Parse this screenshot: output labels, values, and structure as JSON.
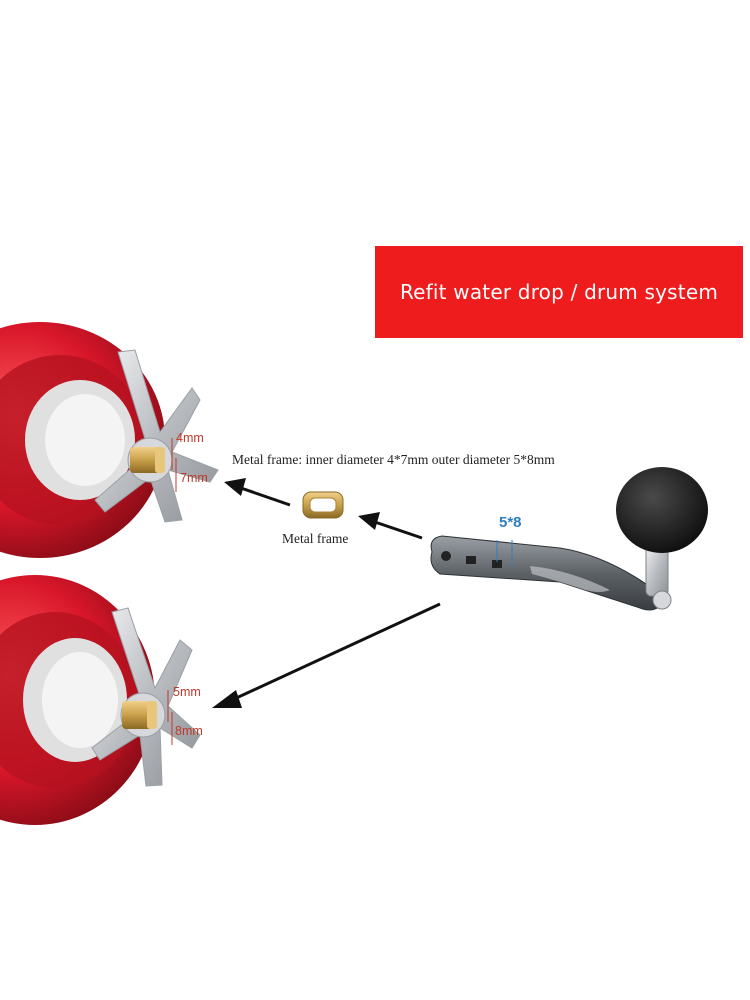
{
  "banner": {
    "text": "Refit water drop / drum system",
    "color": "#ee1c1c"
  },
  "labels": {
    "frame_description": "Metal frame: inner diameter 4*7mm outer diameter 5*8mm",
    "frame_label": "Metal frame",
    "handle_size": "5*8"
  },
  "upper_reel": {
    "dim_top": "4mm",
    "dim_bottom": "7mm"
  },
  "lower_reel": {
    "dim_top": "5mm",
    "dim_bottom": "8mm"
  },
  "colors": {
    "reel_body": "#d8162a",
    "dim_text": "#c0392b",
    "handle_size_text": "#2f7fc0",
    "metal": "#b9bcc0",
    "brass": "#c9a04a"
  },
  "icons": [
    "arrow-left-icon",
    "spinning-reel-image",
    "metal-frame-ring-image",
    "reel-handle-image"
  ]
}
